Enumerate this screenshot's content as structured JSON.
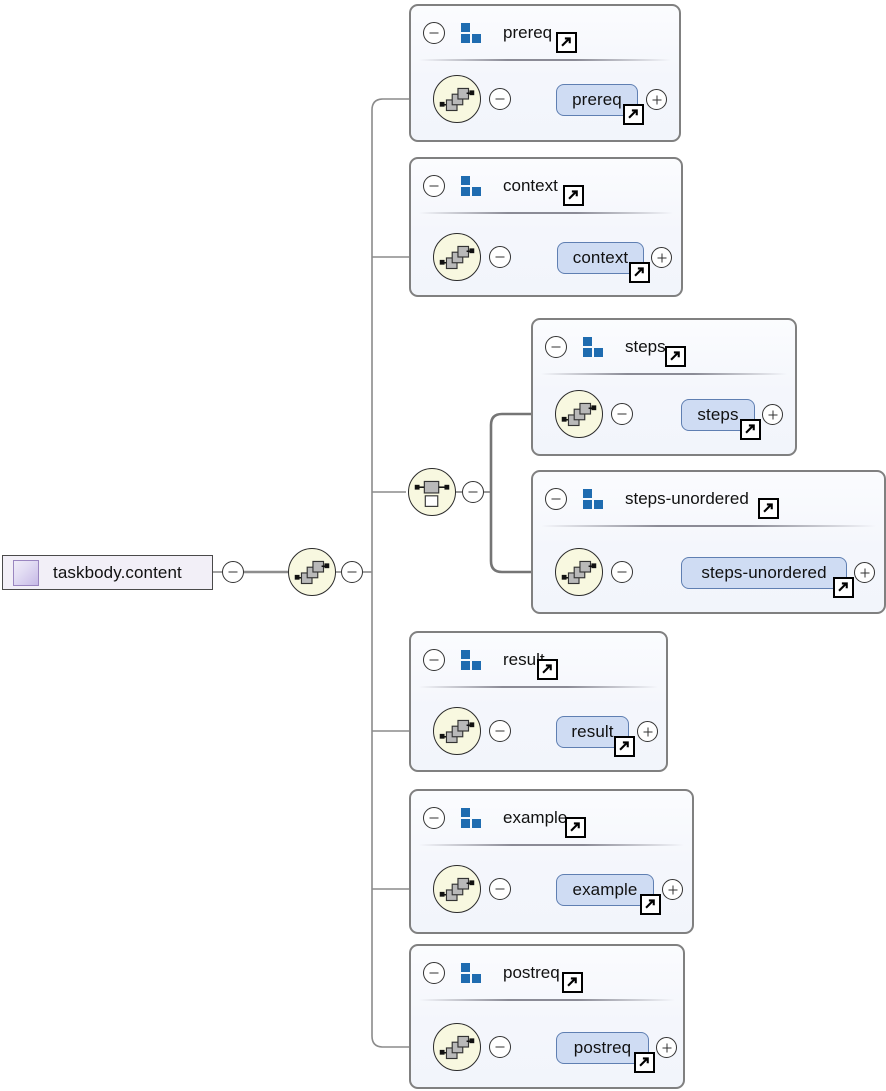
{
  "diagram": {
    "type": "xml-schema-content-model",
    "root": {
      "label": "taskbody.content",
      "icon": "model-group-swatch"
    },
    "root_compositor": "sequence",
    "branch_compositor": "sequence",
    "groups": [
      {
        "id": "prereq",
        "title": "prereq",
        "compositor": "sequence",
        "element": "prereq",
        "collapse_icon": "minus-circle",
        "expand_icon": "plus-circle",
        "link_icon": "external-link-icon"
      },
      {
        "id": "context",
        "title": "context",
        "compositor": "sequence",
        "element": "context",
        "collapse_icon": "minus-circle",
        "expand_icon": "plus-circle",
        "link_icon": "external-link-icon"
      },
      {
        "id": "steps",
        "title": "steps",
        "compositor": "sequence",
        "element": "steps",
        "collapse_icon": "minus-circle",
        "expand_icon": "plus-circle",
        "link_icon": "external-link-icon"
      },
      {
        "id": "steps-unordered",
        "title": "steps-unordered",
        "compositor": "sequence",
        "element": "steps-unordered",
        "collapse_icon": "minus-circle",
        "expand_icon": "plus-circle",
        "link_icon": "external-link-icon"
      },
      {
        "id": "result",
        "title": "result",
        "compositor": "sequence",
        "element": "result",
        "collapse_icon": "minus-circle",
        "expand_icon": "plus-circle",
        "link_icon": "external-link-icon"
      },
      {
        "id": "example",
        "title": "example",
        "compositor": "sequence",
        "element": "example",
        "collapse_icon": "minus-circle",
        "expand_icon": "plus-circle",
        "link_icon": "external-link-icon"
      },
      {
        "id": "postreq",
        "title": "postreq",
        "compositor": "sequence",
        "element": "postreq",
        "collapse_icon": "minus-circle",
        "expand_icon": "plus-circle",
        "link_icon": "external-link-icon"
      }
    ],
    "choice": {
      "compositor": "choice",
      "collapse_icon": "minus-circle",
      "members": [
        "steps",
        "steps-unordered"
      ]
    },
    "colors": {
      "element_fill": "#cfdcf3",
      "element_stroke": "#5f7fb2",
      "group_fill": "#f4f6fc",
      "group_stroke": "#808080",
      "compositor_fill": "#f8f8e0",
      "compositor_stroke": "#2b2b2b",
      "root_fill": "#f2eff7",
      "root_stroke": "#4a4a4a",
      "group_icon": "#1f6cb0",
      "wire": "#6b6b6b"
    }
  }
}
